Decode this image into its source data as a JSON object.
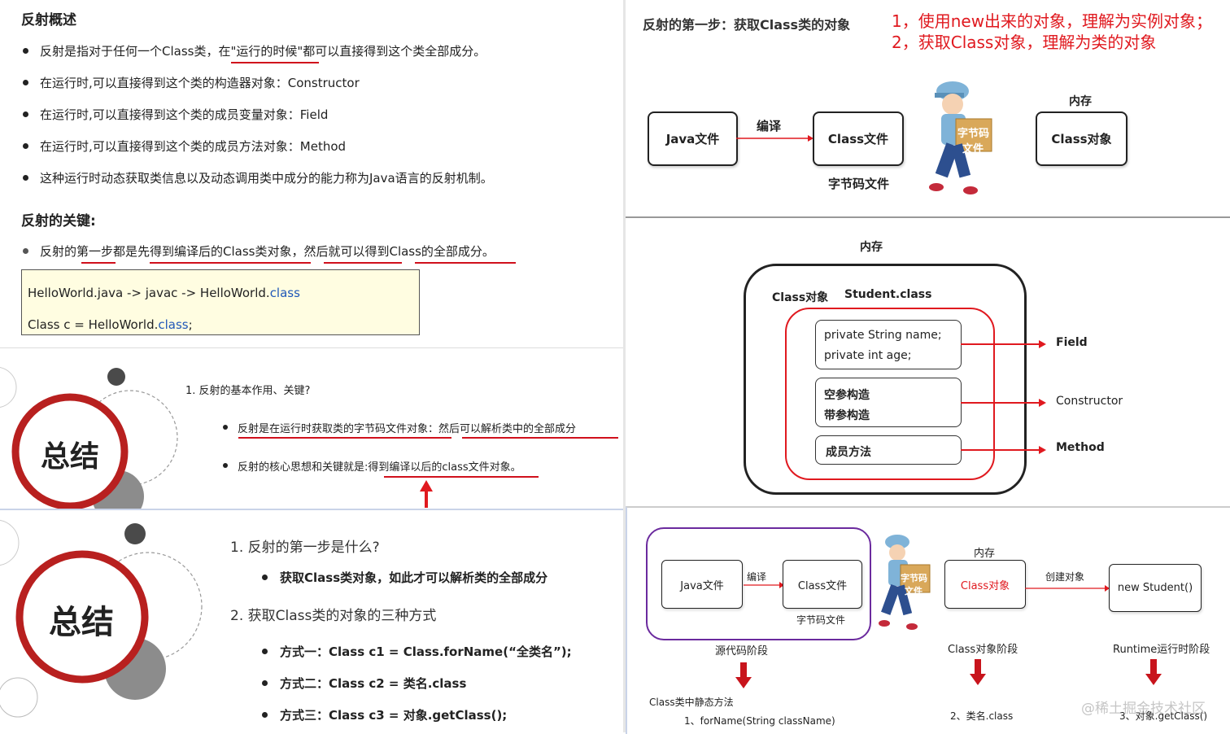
{
  "p1": {
    "title": "反射概述",
    "bullets": [
      "反射是指对于任何一个Class类，在\"运行的时候\"都可以直接得到这个类全部成分。",
      "在运行时,可以直接得到这个类的构造器对象：Constructor",
      "在运行时,可以直接得到这个类的成员变量对象：Field",
      "在运行时,可以直接得到这个类的成员方法对象：Method",
      "这种运行时动态获取类信息以及动态调用类中成分的能力称为Java语言的反射机制。"
    ],
    "key_title": "反射的关键:",
    "key_bullet": "反射的第一步都是先得到编译后的Class类对象，然后就可以得到Class的全部成分。",
    "code_line1_a": "HelloWorld.java -> javac -> HelloWorld.",
    "code_line1_b": "class",
    "code_line2_a": "Class c = HelloWorld.",
    "code_line2_b": "class",
    "code_line2_c": ";"
  },
  "p2": {
    "circle_text": "总结",
    "item": "1.   反射的基本作用、关键?",
    "b1": "反射是在运行时获取类的字节码文件对象：然后可以解析类中的全部成分",
    "b2": "反射的核心思想和关键就是:得到编译以后的class文件对象。"
  },
  "p3": {
    "circle_text": "总结",
    "q1": "1.   反射的第一步是什么?",
    "q1_b": "获取Class类对象，如此才可以解析类的全部成分",
    "q2": "2.   获取Class类的对象的三种方式",
    "m1": "方式一：Class c1 = Class.forName(“全类名”);",
    "m2": "方式二：Class c2 = 类名.class",
    "m3": "方式三：Class c3 = 对象.getClass();"
  },
  "p4": {
    "title": "反射的第一步：获取Class类的对象",
    "red1": "1，使用new出来的对象，理解为实例对象；",
    "red2": "2，获取Class对象，理解为类的对象",
    "java_file": "Java文件",
    "compile": "编译",
    "class_file": "Class文件",
    "bytecode_file": "字节码文件",
    "memory": "内存",
    "class_obj": "Class对象",
    "box_label_1": "字节码",
    "box_label_2": "文件"
  },
  "p5": {
    "memory": "内存",
    "class_obj": "Class对象",
    "student_class": "Student.class",
    "fields_1": "private String name;",
    "fields_2": "private int age;",
    "ctor_1": "空参构造",
    "ctor_2": "带参构造",
    "method": "成员方法",
    "field_label": "Field",
    "ctor_label": "Constructor",
    "method_label": "Method"
  },
  "p6": {
    "java_file": "Java文件",
    "compile": "编译",
    "class_file": "Class文件",
    "bytecode_file": "字节码文件",
    "memory": "内存",
    "class_obj": "Class对象",
    "create_obj": "创建对象",
    "new_student": "new Student()",
    "stage1": "源代码阶段",
    "stage2": "Class对象阶段",
    "stage3": "Runtime运行时阶段",
    "static_method": "Class类中静态方法",
    "way1": "1、forName(String className)",
    "way2": "2、类名.class",
    "way3": "3、对象.getClass()",
    "watermark": "@稀土掘金技术社区",
    "box_label_1": "字节码",
    "box_label_2": "文件"
  },
  "colors": {
    "accent_red": "#e0191f",
    "circle_red": "#b8201f",
    "purple": "#6b2a9e"
  }
}
